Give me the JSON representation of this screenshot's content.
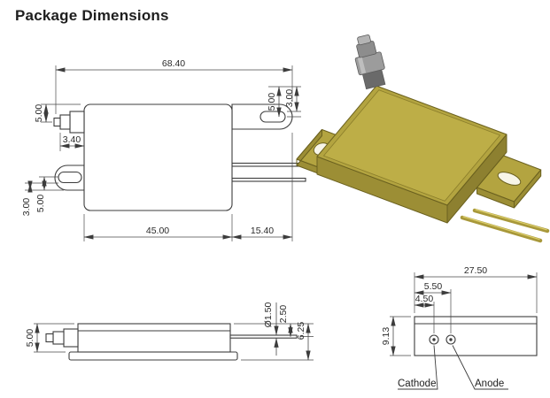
{
  "title": "Package Dimensions",
  "colors": {
    "gold_top": "#b3a440",
    "gold_lid": "#bdae47",
    "gold_right": "#8d8030",
    "gold_front": "#9c8e35",
    "pin_gold": "#a8983a",
    "pin_highlight": "#dcce6b",
    "hole_fill": "#f7f5e8",
    "line": "#3c3c3c"
  },
  "top_view": {
    "dim_total_width": "68.40",
    "dim_connector_offset": "5.00",
    "dim_slot_center": "5.00",
    "dim_tab_edge": "3.00",
    "dim_connector_length": "3.40",
    "dim_body_width": "45.00",
    "dim_tab_length": "15.40",
    "dim_left_slot_edge": "3.00",
    "dim_left_slot_center": "5.00"
  },
  "side_view": {
    "dim_body_height": "5.00",
    "dim_pin_diameter": "Ø1.50",
    "dim_pin_offset": "2.50",
    "dim_total_height": "6.25"
  },
  "front_view": {
    "dim_width": "27.50",
    "dim_pin_right": "5.50",
    "dim_pin_left": "4.50",
    "dim_height": "9.13",
    "label_cathode": "Cathode",
    "label_anode": "Anode"
  }
}
